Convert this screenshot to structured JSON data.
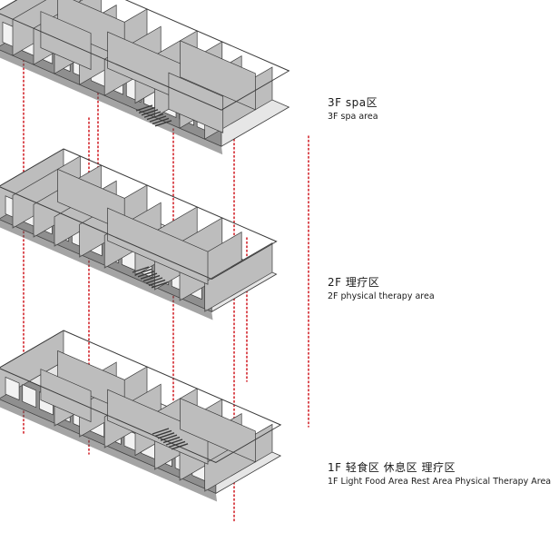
{
  "floors": [
    {
      "id": "3F",
      "title_zh": "3F spa区",
      "title_en": "3F spa area"
    },
    {
      "id": "2F",
      "title_zh": "2F 理疗区",
      "title_en": "2F physical therapy area"
    },
    {
      "id": "1F",
      "title_zh": "1F 轻食区  休息区  理疗区",
      "title_en": "1F Light Food Area Rest Area Physical Therapy Area"
    }
  ],
  "colors": {
    "guide": "#d2232a",
    "wall": "#bdbdbd",
    "wall_dark": "#8f8f8f",
    "slab": "#e6e6e6",
    "edge": "#3a3a3a",
    "shadow": "#5a5a5a"
  }
}
